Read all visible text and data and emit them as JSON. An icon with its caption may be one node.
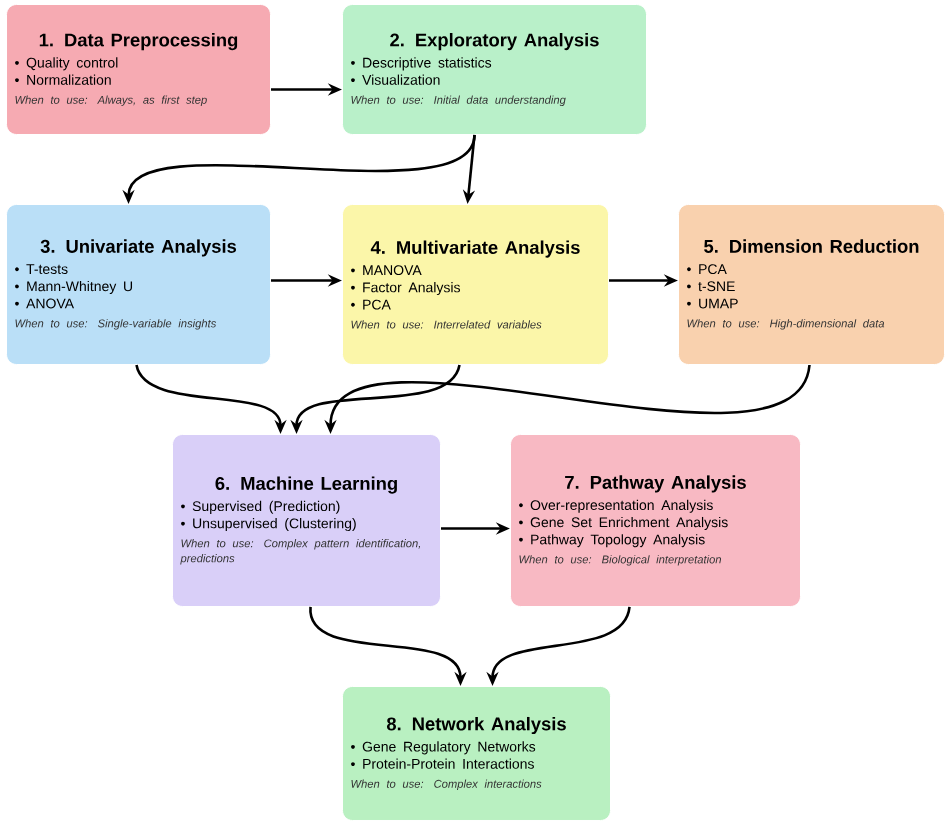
{
  "diagram": {
    "nodes": [
      {
        "text": [
          "1. Data Preprocessing",
          "• Quality control",
          "• Normalization",
          "When to use: Always, as first step"
        ]
      },
      {
        "text": [
          "2. Exploratory Analysis",
          "• Descriptive statistics",
          "• Visualization",
          "When to use: Initial data understanding"
        ]
      },
      {
        "text": [
          "3. Univariate Analysis",
          "• T-tests",
          "• Mann-Whitney U",
          "• ANOVA",
          "When to use: Single-variable insights"
        ]
      },
      {
        "text": [
          "4. Multivariate Analysis",
          "• MANOVA",
          "• Factor Analysis",
          "• PCA",
          "When to use: Interrelated variables"
        ]
      },
      {
        "text": [
          "5. Dimension Reduction",
          "• PCA",
          "• t-SNE",
          "• UMAP",
          "When to use: High-dimensional data"
        ]
      },
      {
        "text": [
          "6. Machine Learning",
          "• Supervised (Prediction)",
          "• Unsupervised (Clustering)",
          "When to use: Complex pattern identification, predictions"
        ]
      },
      {
        "text": [
          "7. Pathway Analysis",
          "• Over-representation Analysis",
          "• Gene Set Enrichment Analysis",
          "• Pathway Topology Analysis",
          "When to use: Biological interpretation"
        ]
      },
      {
        "text": [
          "8. Network Analysis",
          "• Gene Regulatory Networks",
          "• Protein-Protein Interactions",
          "When to use: Complex interactions"
        ]
      }
    ],
    "edges": [
      {
        "from": 0,
        "to": 1,
        "arrow": "to"
      },
      {
        "from": 1,
        "to": 2,
        "arrow": "to"
      },
      {
        "from": 1,
        "to": 3,
        "arrow": "to"
      },
      {
        "from": 2,
        "to": 3,
        "arrow": "to"
      },
      {
        "from": 3,
        "to": 4,
        "arrow": "to"
      },
      {
        "from": 2,
        "to": 5,
        "arrow": "to"
      },
      {
        "from": 3,
        "to": 5,
        "arrow": "to"
      },
      {
        "from": 4,
        "to": 5,
        "arrow": "to"
      },
      {
        "from": 5,
        "to": 6,
        "arrow": "to"
      },
      {
        "from": 5,
        "to": 7,
        "arrow": "to"
      },
      {
        "from": 6,
        "to": 7,
        "arrow": "to"
      }
    ]
  }
}
